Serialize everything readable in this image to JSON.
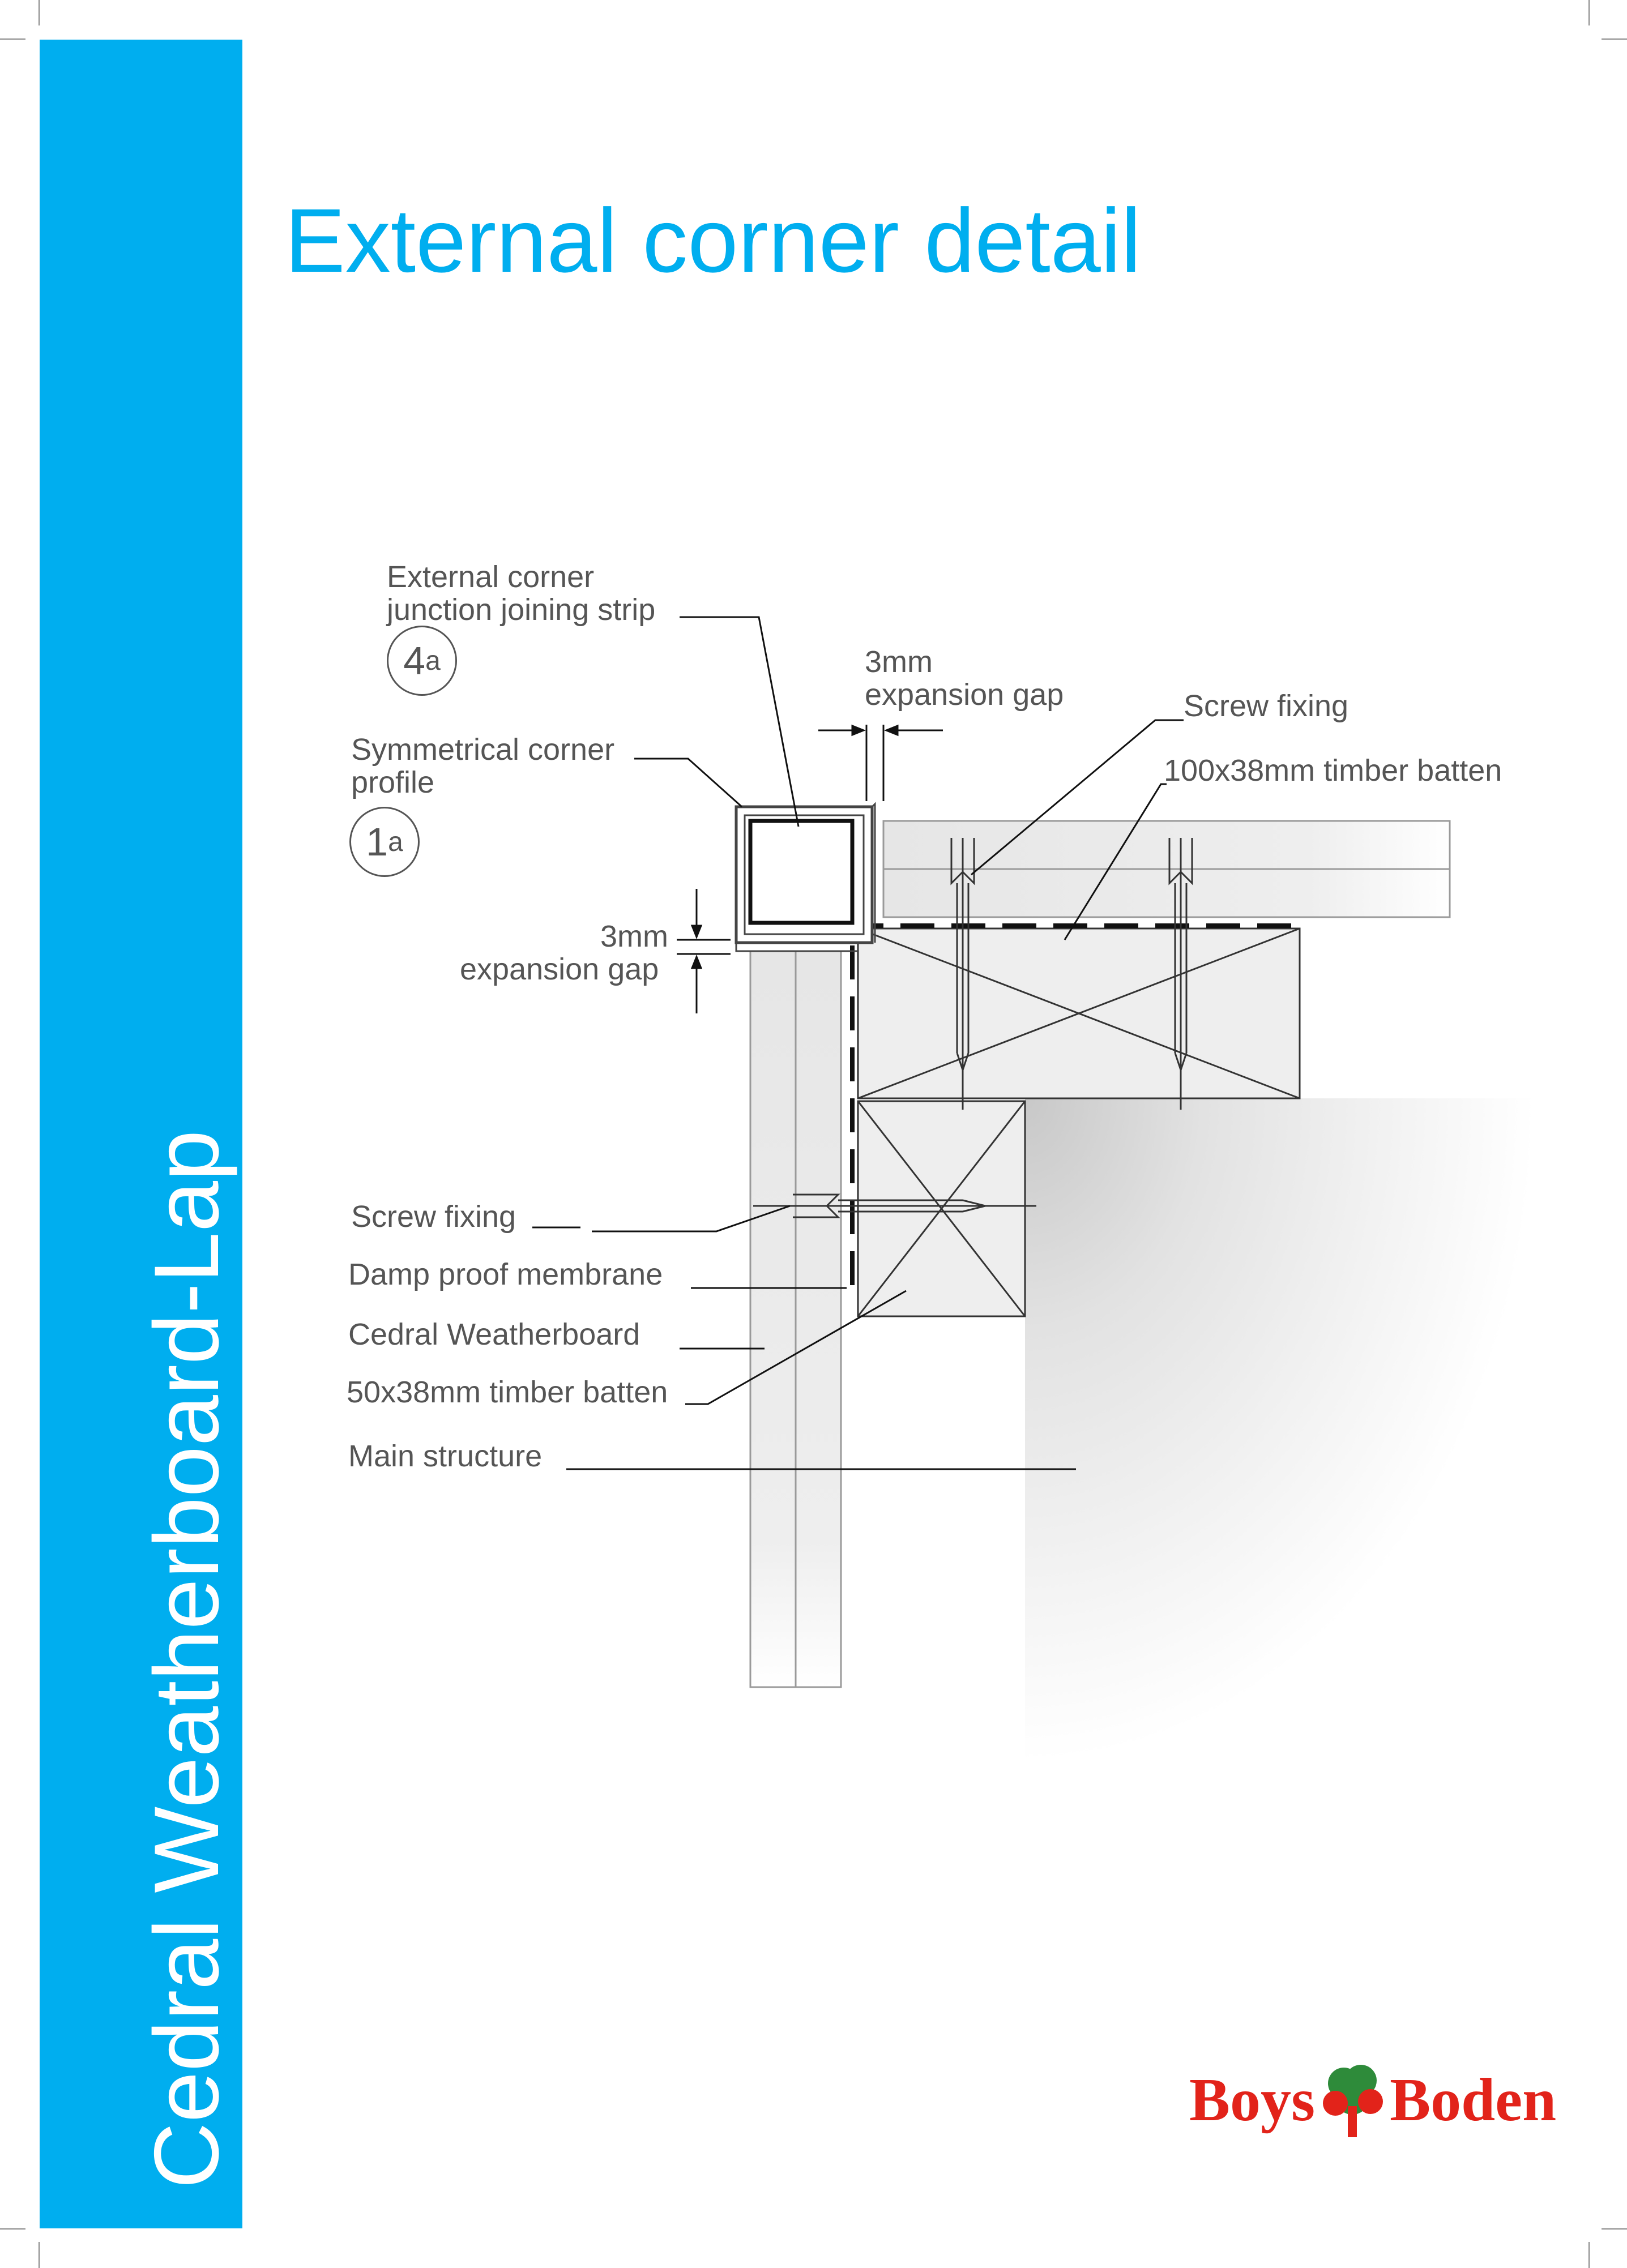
{
  "sidebar": {
    "title": "Cedral Weatherboard-Lap"
  },
  "page": {
    "title": "External corner detail"
  },
  "labels": {
    "junction_strip_line1": "External corner",
    "junction_strip_line2": "junction joining strip",
    "junction_strip_badge_num": "4",
    "junction_strip_badge_letter": "a",
    "corner_profile_line1": "Symmetrical corner",
    "corner_profile_line2": "profile",
    "corner_profile_badge_num": "1",
    "corner_profile_badge_letter": "a",
    "gap_top_line1": "3mm",
    "gap_top_line2": "expansion gap",
    "gap_side_line1": "3mm",
    "gap_side_line2": "expansion gap",
    "screw_fixing_top": "Screw fixing",
    "batten_100": "100x38mm timber batten",
    "screw_fixing_left": "Screw fixing",
    "damp_proof": "Damp proof membrane",
    "weatherboard": "Cedral Weatherboard",
    "batten_50": "50x38mm timber batten",
    "main_structure": "Main structure"
  },
  "logo": {
    "left": "Boys",
    "right": "Boden"
  },
  "colors": {
    "accent": "#00aeef",
    "logo_red": "#e2231a",
    "logo_green": "#2e8b3a"
  }
}
